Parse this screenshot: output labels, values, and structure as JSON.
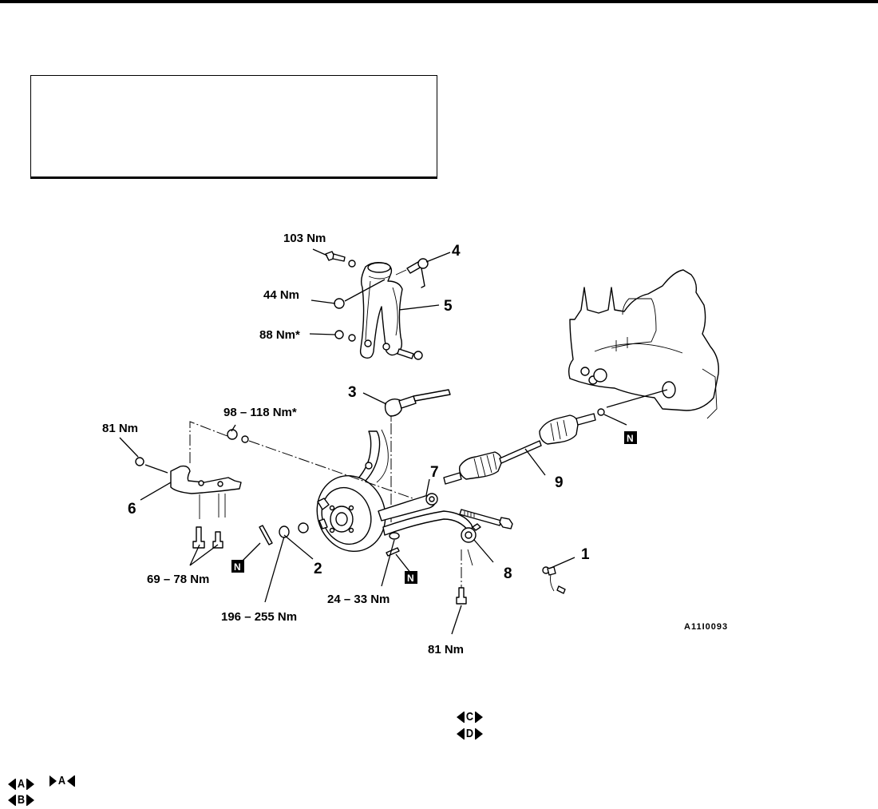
{
  "page": {
    "note_box_text": ""
  },
  "diagram": {
    "figure_code": "A11I0093",
    "torque_labels": {
      "t103": "103 Nm",
      "t44": "44 Nm",
      "t88": "88 Nm*",
      "t98_118": "98 – 118 Nm*",
      "t81_left": "81 Nm",
      "t69_78": "69 – 78 Nm",
      "t196_255": "196 – 255 Nm",
      "t24_33": "24 – 33 Nm",
      "t81_bottom": "81 Nm"
    },
    "part_numbers": {
      "p1": "1",
      "p2": "2",
      "p3": "3",
      "p4": "4",
      "p5": "5",
      "p6": "6",
      "p7": "7",
      "p8": "8",
      "p9": "9"
    },
    "new_part_badge": "N"
  },
  "markers": {
    "a_removal": "A",
    "a_install": "A",
    "b_removal": "B",
    "c_removal": "C",
    "d_removal": "D"
  }
}
